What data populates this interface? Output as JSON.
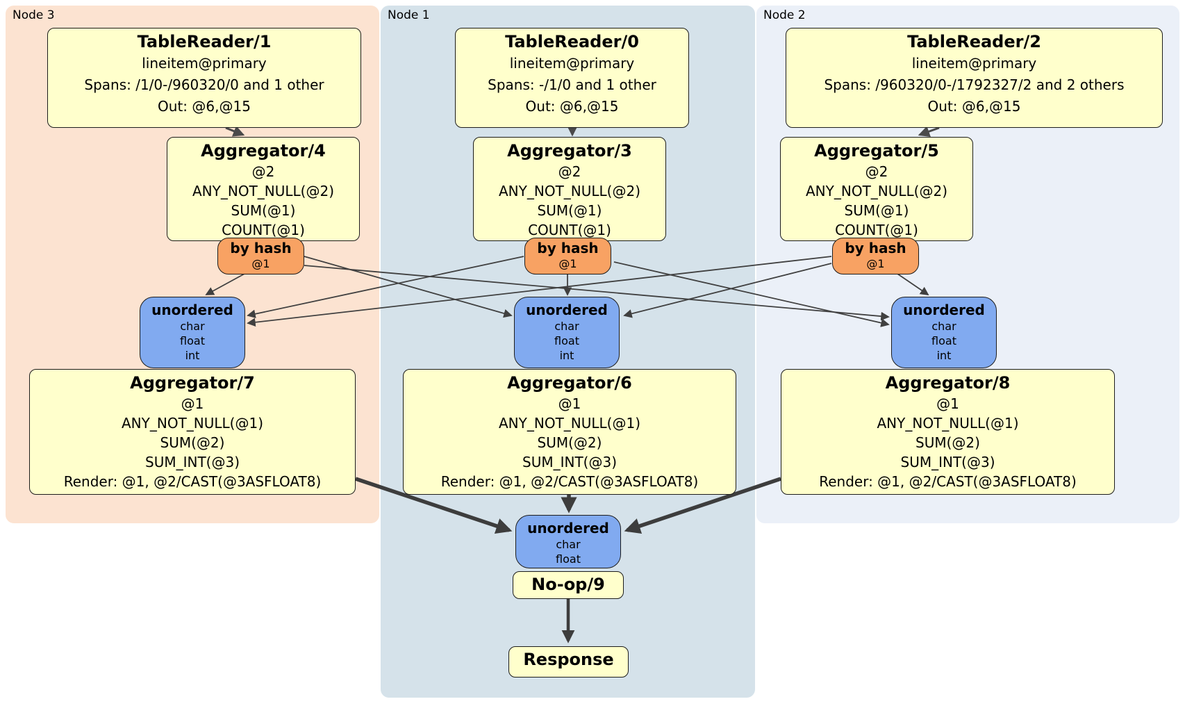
{
  "panels": {
    "node3": {
      "label": "Node 3"
    },
    "node1": {
      "label": "Node 1"
    },
    "node2": {
      "label": "Node 2"
    }
  },
  "processors": {
    "tr1": {
      "title": "TableReader/1",
      "lines": [
        "lineitem@primary",
        "Spans: /1/0-/960320/0 and 1 other",
        "Out: @6,@15"
      ]
    },
    "tr0": {
      "title": "TableReader/0",
      "lines": [
        "lineitem@primary",
        "Spans: -/1/0 and 1 other",
        "Out: @6,@15"
      ]
    },
    "tr2": {
      "title": "TableReader/2",
      "lines": [
        "lineitem@primary",
        "Spans: /960320/0-/1792327/2 and 2 others",
        "Out: @6,@15"
      ]
    },
    "agg4": {
      "title": "Aggregator/4",
      "lines": [
        "@2",
        "ANY_NOT_NULL(@2)",
        "SUM(@1)",
        "COUNT(@1)"
      ]
    },
    "agg3": {
      "title": "Aggregator/3",
      "lines": [
        "@2",
        "ANY_NOT_NULL(@2)",
        "SUM(@1)",
        "COUNT(@1)"
      ]
    },
    "agg5": {
      "title": "Aggregator/5",
      "lines": [
        "@2",
        "ANY_NOT_NULL(@2)",
        "SUM(@1)",
        "COUNT(@1)"
      ]
    },
    "agg7": {
      "title": "Aggregator/7",
      "lines": [
        "@1",
        "ANY_NOT_NULL(@1)",
        "SUM(@2)",
        "SUM_INT(@3)",
        "Render: @1, @2/CAST(@3ASFLOAT8)"
      ]
    },
    "agg6": {
      "title": "Aggregator/6",
      "lines": [
        "@1",
        "ANY_NOT_NULL(@1)",
        "SUM(@2)",
        "SUM_INT(@3)",
        "Render: @1, @2/CAST(@3ASFLOAT8)"
      ]
    },
    "agg8": {
      "title": "Aggregator/8",
      "lines": [
        "@1",
        "ANY_NOT_NULL(@1)",
        "SUM(@2)",
        "SUM_INT(@3)",
        "Render: @1, @2/CAST(@3ASFLOAT8)"
      ]
    },
    "noop": {
      "title": "No-op/9"
    },
    "response": {
      "title": "Response"
    }
  },
  "routers": {
    "bh3": {
      "title": "by hash",
      "detail": "@1"
    },
    "bh1": {
      "title": "by hash",
      "detail": "@1"
    },
    "bh2": {
      "title": "by hash",
      "detail": "@1"
    }
  },
  "syncs": {
    "u3": {
      "title": "unordered",
      "items": [
        "char",
        "float",
        "int"
      ]
    },
    "u1": {
      "title": "unordered",
      "items": [
        "char",
        "float",
        "int"
      ]
    },
    "u2": {
      "title": "unordered",
      "items": [
        "char",
        "float",
        "int"
      ]
    },
    "ufinal": {
      "title": "unordered",
      "items": [
        "char",
        "float"
      ]
    }
  },
  "colors": {
    "node3_bg": "#fce3d1",
    "node1_bg": "#d5e2ea",
    "node2_bg": "#ebf0f8",
    "processor_bg": "#ffffcc",
    "router_bg": "#f8a263",
    "sync_bg": "#81aaf0",
    "box_border": "#1c1c1c",
    "edge": "#3d3d3d"
  }
}
